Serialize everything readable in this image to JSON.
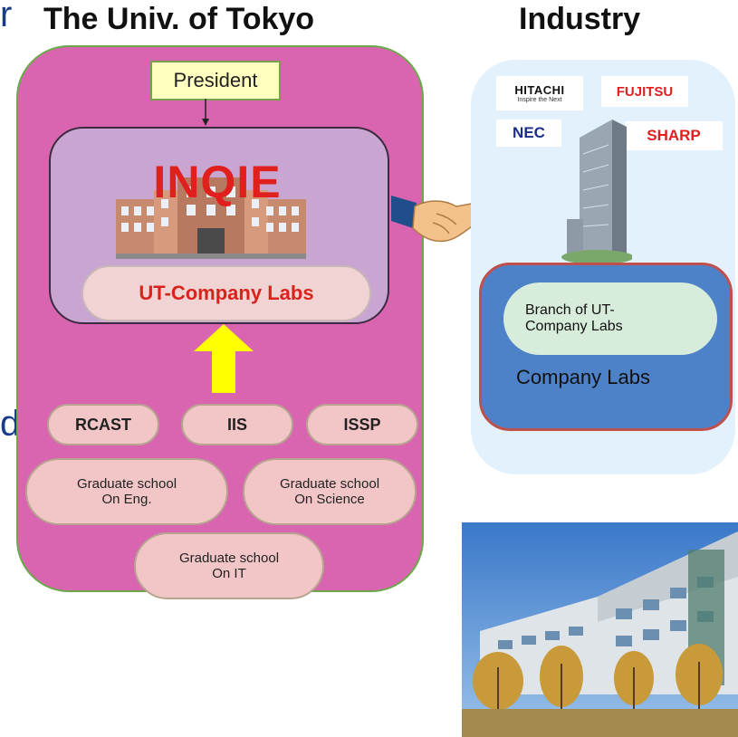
{
  "cut_fragments": {
    "top_left": "r",
    "mid_left": "d"
  },
  "univ": {
    "header": "The Univ. of Tokyo",
    "president": "President",
    "inqie": "INQIE",
    "ut_company_labs": "UT-Company Labs",
    "units": [
      "RCAST",
      "IIS",
      "ISSP"
    ],
    "grad_eng": [
      "Graduate school",
      "On Eng."
    ],
    "grad_sci": [
      "Graduate school",
      "On Science"
    ],
    "grad_it": [
      "Graduate school",
      "On IT"
    ]
  },
  "industry": {
    "header": "Industry",
    "logos": {
      "hitachi": "HITACHI",
      "hitachi_tag": "Inspire the Next",
      "fujitsu": "FUJITSU",
      "nec": "NEC",
      "sharp": "SHARP"
    },
    "branch": [
      "Branch of UT-",
      "Company Labs"
    ],
    "company_labs": "Company Labs"
  },
  "colors": {
    "univ_bg": "#d965b1",
    "inqie_box": "#c9a6d2",
    "inqie_text": "#e0201c",
    "pill": "#f2c6c6",
    "arrow": "#ffff00",
    "industry_bg": "#e2f1fb",
    "company_box": "#4d82c8",
    "company_border": "#c0504d",
    "branch_pill": "#d8ecdb",
    "president_box": "#ffffc0",
    "sharp_red": "#e01e1e",
    "nec_blue": "#1a2e8a",
    "fujitsu_red": "#e01e1e"
  }
}
